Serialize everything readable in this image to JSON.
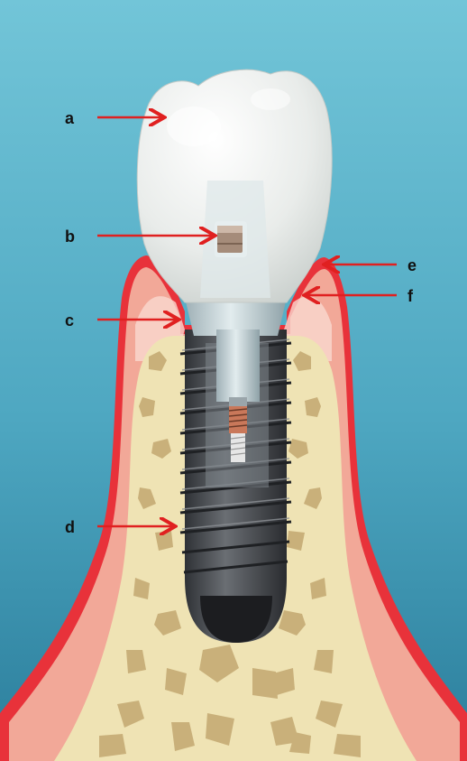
{
  "labels": {
    "a": "a",
    "b": "b",
    "c": "c",
    "d": "d",
    "e": "e",
    "f": "f"
  },
  "colors": {
    "background_top": "#6fc3d6",
    "background_bottom": "#2a7f9e",
    "gingiva_edge": "#e8323a",
    "gingiva": "#f2a898",
    "bone": "#efe3b4",
    "bone_pores": "#c9b07a",
    "crown": "#eef0ee",
    "implant": "#4a4d52",
    "abutment": "#b9c4c8",
    "arrow": "#e02020"
  }
}
